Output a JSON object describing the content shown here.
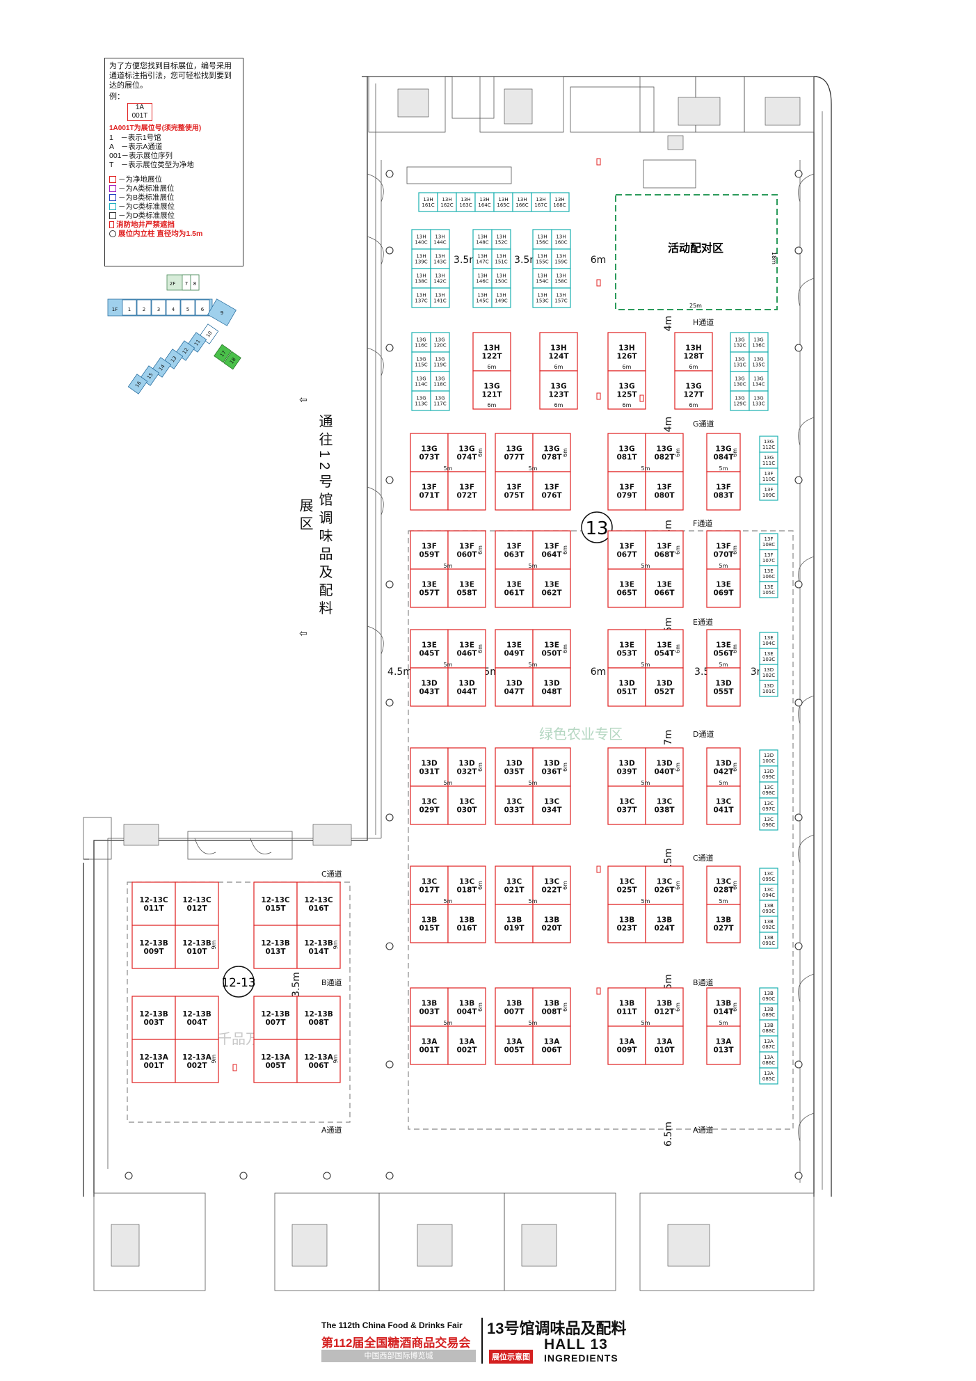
{
  "legend": {
    "intro": "为了方便您找到目标展位，编号采用通道标注指引法，您可轻松找到要到达的展位。",
    "example_label": "例：",
    "example_line1": "1A",
    "example_line2": "001T",
    "example_caption": "1A001T为展位号(须完整使用)",
    "explain": [
      "1　－表示1号馆",
      "A　－表示A通道",
      "001－表示展位序列",
      "T　－表示展位类型为净地"
    ],
    "types": [
      {
        "label": "－为净地展位",
        "color": "#e02020"
      },
      {
        "label": "－为A类标准展位",
        "color": "#a020c0"
      },
      {
        "label": "－为B类标准展位",
        "color": "#2040c0"
      },
      {
        "label": "－为C类标准展位",
        "color": "#20b0c0"
      },
      {
        "label": "－为D类标准展位",
        "color": "#333333"
      }
    ],
    "hydrant_label": "消防地井严禁遮挡",
    "pillar_label": "展位内立柱 直径均为1.5m"
  },
  "mini_map": {
    "floor2": "2F",
    "floor1": "1F",
    "halls_row": [
      "1",
      "2",
      "3",
      "4",
      "5",
      "6"
    ],
    "halls_2f": [
      "7",
      "8"
    ],
    "hall_9": "9",
    "halls_diag": [
      "10",
      "11",
      "12",
      "13",
      "14",
      "15",
      "16"
    ],
    "halls_green": [
      "17",
      "18"
    ]
  },
  "to_hall12": "通往12号馆调味品及配料展区",
  "zones": {
    "event_zone": "活动配对区",
    "green_zone": "绿色农业专区",
    "town_zone": "百镇千品万家福",
    "hall_circle": "13",
    "hall_circle_2": "12-13"
  },
  "aisles": [
    "H通道",
    "G通道",
    "F通道",
    "E通道",
    "D通道",
    "C通道",
    "B通道",
    "A通道"
  ],
  "widths": {
    "w3_5": "3.5m",
    "w4": "4m",
    "w4_5": "4.5m",
    "w6": "6m",
    "w7": "7m",
    "w3": "3m",
    "w6_5": "6.5m",
    "w5": "5m",
    "w9": "9m",
    "w18": "18m",
    "w25": "25m"
  },
  "booths_13": [
    "13G 073T",
    "13G 074T",
    "13F 071T",
    "13F 072T",
    "13G 077T",
    "13G 078T",
    "13F 075T",
    "13F 076T",
    "13G 081T",
    "13G 082T",
    "13F 079T",
    "13F 080T",
    "13G 084T",
    "13F 083T",
    "13F 059T",
    "13F 060T",
    "13E 057T",
    "13E 058T",
    "13F 063T",
    "13F 064T",
    "13E 061T",
    "13E 062T",
    "13F 067T",
    "13F 068T",
    "13E 065T",
    "13E 066T",
    "13F 070T",
    "13E 069T",
    "13E 045T",
    "13E 046T",
    "13D 043T",
    "13D 044T",
    "13E 049T",
    "13E 050T",
    "13D 047T",
    "13D 048T",
    "13E 053T",
    "13E 054T",
    "13D 051T",
    "13D 052T",
    "13E 056T",
    "13D 055T",
    "13D 031T",
    "13D 032T",
    "13C 029T",
    "13C 030T",
    "13D 035T",
    "13D 036T",
    "13C 033T",
    "13C 034T",
    "13D 039T",
    "13D 040T",
    "13C 037T",
    "13C 038T",
    "13D 042T",
    "13C 041T",
    "13C 017T",
    "13C 018T",
    "13B 015T",
    "13B 016T",
    "13C 021T",
    "13C 022T",
    "13B 019T",
    "13B 020T",
    "13C 025T",
    "13C 026T",
    "13B 023T",
    "13B 024T",
    "13C 028T",
    "13B 027T",
    "13B 003T",
    "13B 004T",
    "13A 001T",
    "13A 002T",
    "13B 007T",
    "13B 008T",
    "13A 005T",
    "13A 006T",
    "13B 011T",
    "13B 012T",
    "13A 009T",
    "13A 010T",
    "13B 014T",
    "13A 013T"
  ],
  "booths_gh": [
    "13H 122T",
    "13G 121T",
    "13H 124T",
    "13G 123T",
    "13H 126T",
    "13G 125T",
    "13H 128T",
    "13G 127T"
  ],
  "booths_c_top": [
    "13H 161C",
    "13H 162C",
    "13H 163C",
    "13H 164C",
    "13H 165C",
    "13H 166C",
    "13H 167C",
    "13H 168C"
  ],
  "booths_c_grid": [
    [
      "13H 140C",
      "13H 144C",
      "13H 139C",
      "13H 143C",
      "13H 138C",
      "13H 142C",
      "13H 137C",
      "13H 141C"
    ],
    [
      "13H 148C",
      "13H 152C",
      "13H 147C",
      "13H 151C",
      "13H 146C",
      "13H 150C",
      "13H 145C",
      "13H 149C"
    ],
    [
      "13H 156C",
      "13H 160C",
      "13H 155C",
      "13H 159C",
      "13H 154C",
      "13H 158C",
      "13H 153C",
      "13H 157C"
    ],
    [
      "13G 116C",
      "13G 120C",
      "13G 115C",
      "13G 119C",
      "13G 114C",
      "13G 118C",
      "13G 113C",
      "13G 117C"
    ],
    [
      "13G 132C",
      "13G 136C",
      "13G 131C",
      "13G 135C",
      "13G 130C",
      "13G 134C",
      "13G 129C",
      "13G 133C"
    ]
  ],
  "booths_c_right": [
    "13G 112C",
    "13G 111C",
    "13F 110C",
    "13F 109C",
    "13F 108C",
    "13F 107C",
    "13E 106C",
    "13E 105C",
    "13E 104C",
    "13E 103C",
    "13D 102C",
    "13D 101C",
    "13D 100C",
    "13D 099C",
    "13C 098C",
    "13C 097C",
    "13C 096C",
    "13C 095C",
    "13C 094C",
    "13B 093C",
    "13B 092C",
    "13B 091C",
    "13B 090C",
    "13B 089C",
    "13B 088C",
    "13A 087C",
    "13A 086C",
    "13A 085C"
  ],
  "booths_12": [
    "12-13C 011T",
    "12-13C 012T",
    "12-13B 009T",
    "12-13B 010T",
    "12-13C 015T",
    "12-13C 016T",
    "12-13B 013T",
    "12-13B 014T",
    "12-13B 003T",
    "12-13B 004T",
    "12-13A 001T",
    "12-13A 002T",
    "12-13B 007T",
    "12-13B 008T",
    "12-13A 005T",
    "12-13A 006T"
  ],
  "footer": {
    "en": "The 112th China Food & Drinks Fair",
    "cn": "第112届全国糖酒商品交易会",
    "venue": "中国西部国际博览城",
    "hall_cn": "13号馆调味品及配料",
    "tag": "展位示意图",
    "hall_en": "HALL 13",
    "sub_en": "INGREDIENTS"
  }
}
